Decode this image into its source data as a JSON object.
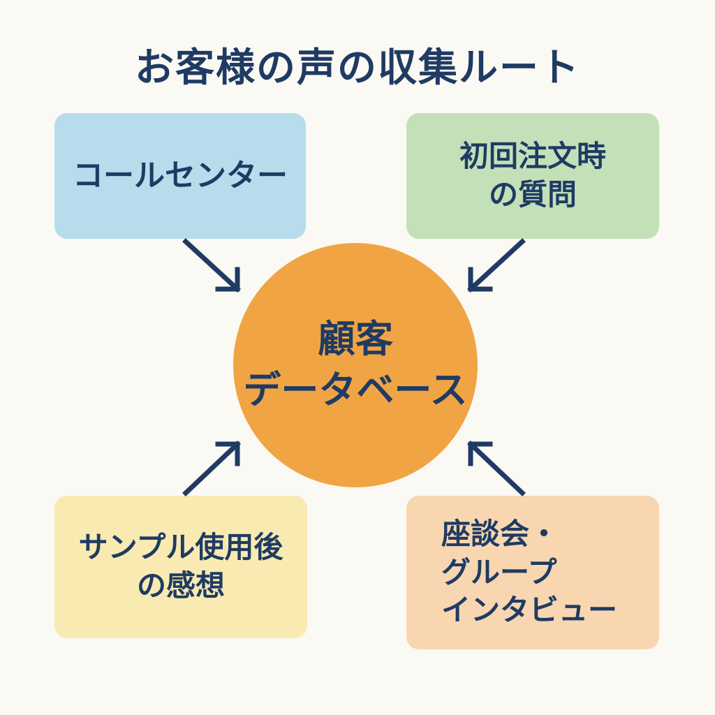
{
  "title": "お客様の声の収集ルート",
  "center": {
    "line1": "顧客",
    "line2": "データベース"
  },
  "sources": {
    "call_center": "コールセンター",
    "first_order": {
      "line1": "初回注文時",
      "line2": "の質問"
    },
    "sample": {
      "line1": "サンプル使用後",
      "line2": "の感想"
    },
    "roundtable": {
      "line1": "座談会・",
      "line2": "グループ",
      "line3": "インタビュー"
    }
  },
  "colors": {
    "text": "#1f3b63",
    "background": "#fbf9f4",
    "center": "#f1a444",
    "call_center": "#b7dcec",
    "first_order": "#c3e0b8",
    "sample": "#f8eab1",
    "roundtable": "#f8d6b0"
  }
}
